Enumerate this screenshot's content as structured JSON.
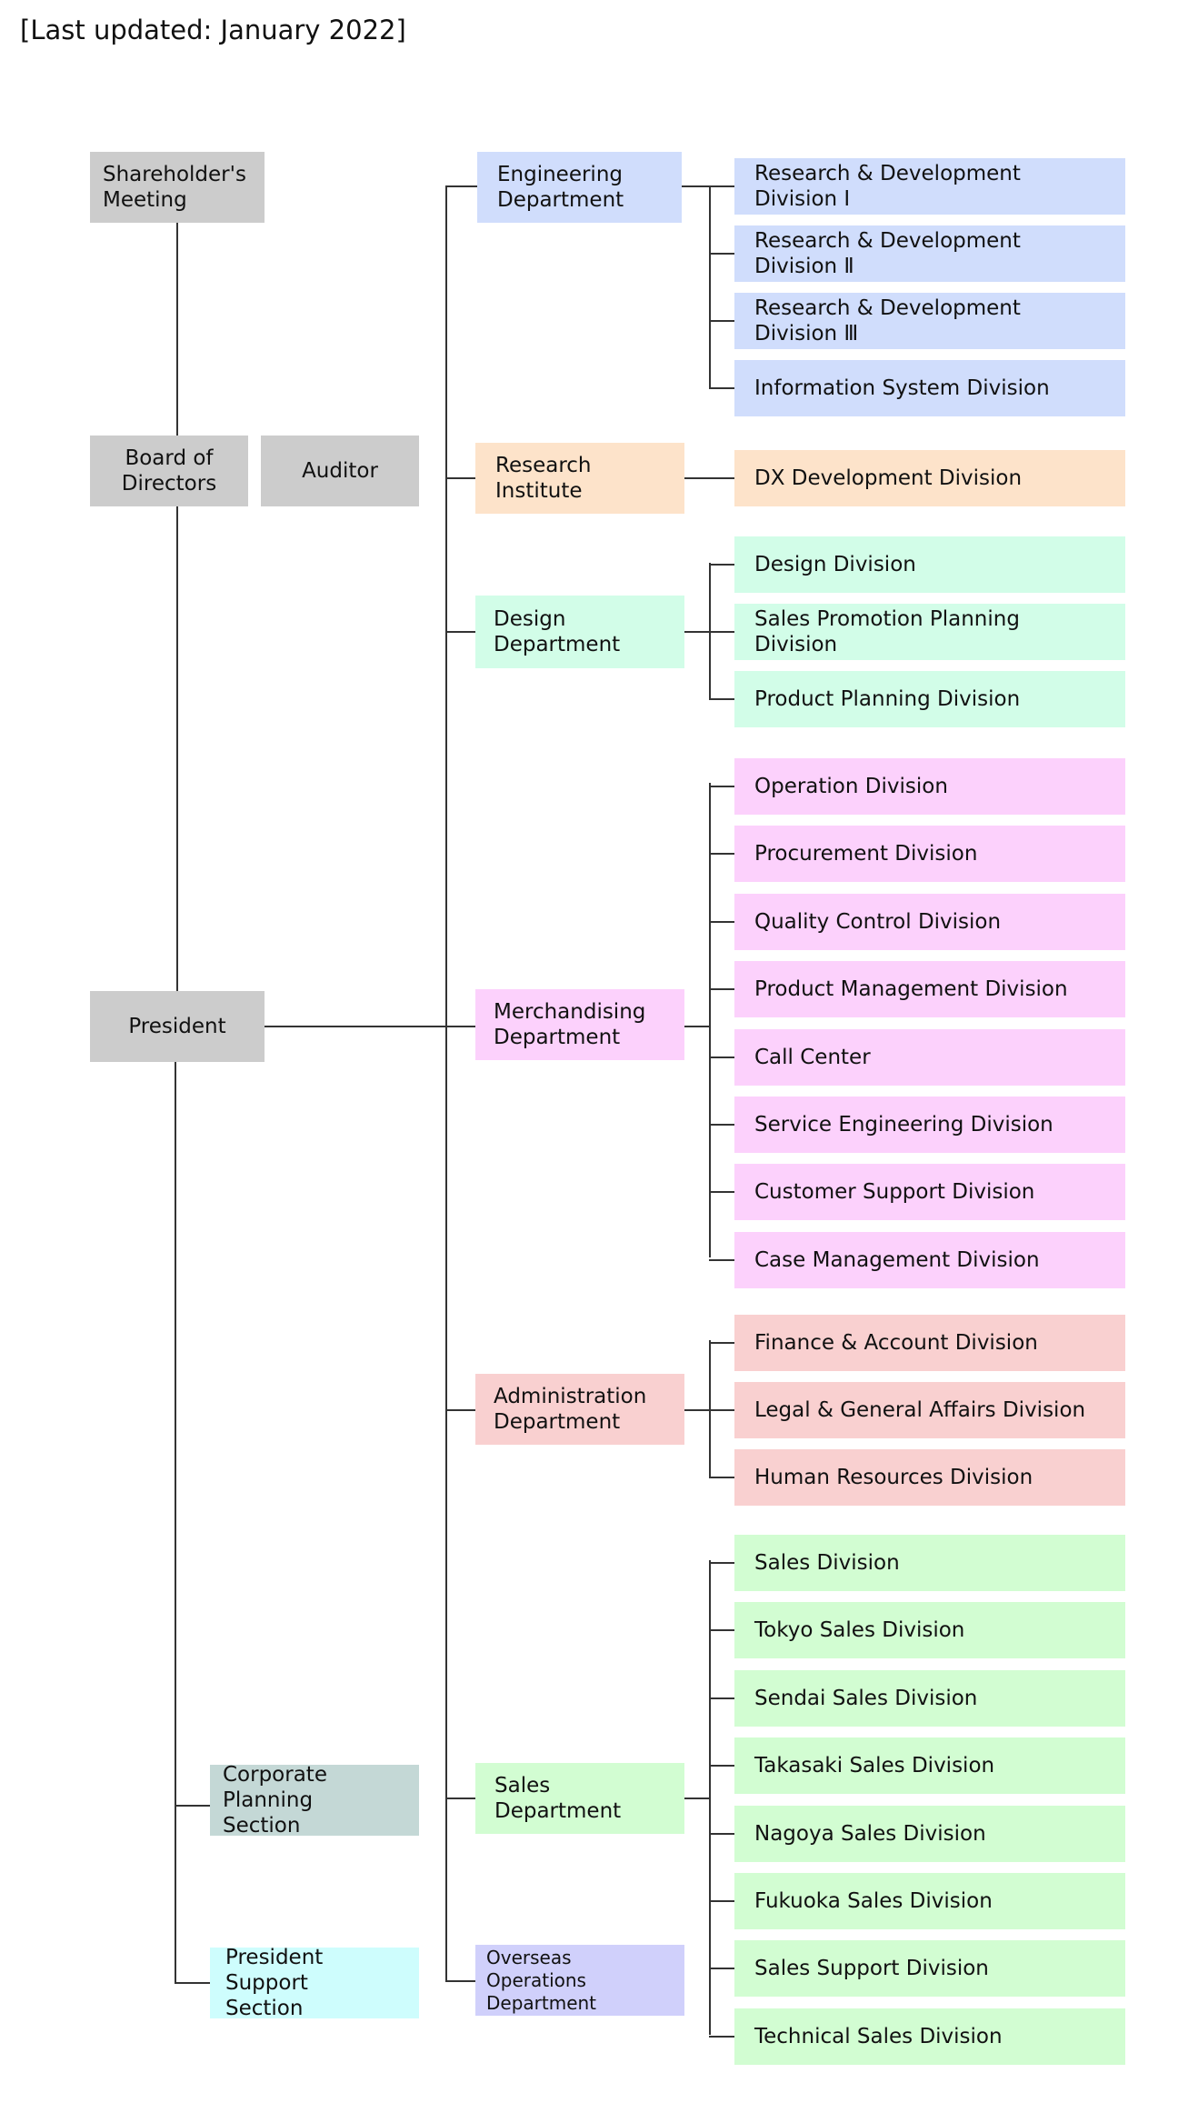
{
  "last_updated": "[Last updated: January 2022]",
  "colors": {
    "gray": "#cccccc",
    "engineering": "#d0ddfc",
    "research": "#fde3ca",
    "design": "#d2fde8",
    "merchandising": "#fcd1fc",
    "administration": "#f9d0d0",
    "sales": "#d2fdd2",
    "overseas": "#d0d0fb",
    "corporate_planning": "#c4d8d6",
    "president_support": "#cefdfd",
    "line": "#333333"
  },
  "governance": {
    "shareholders": "Shareholder's\nMeeting",
    "board": "Board of\nDirectors",
    "auditor": "Auditor",
    "president": "President",
    "corporate_planning": "Corporate Planning\nSection",
    "president_support": "President Support\nSection"
  },
  "departments": {
    "engineering": {
      "name": "Engineering\nDepartment",
      "divisions": [
        "Research & Development Division Ⅰ",
        "Research & Development Division Ⅱ",
        "Research & Development Division Ⅲ",
        "Information System Division"
      ]
    },
    "research": {
      "name": "Research\nInstitute",
      "divisions": [
        "DX Development Division"
      ]
    },
    "design": {
      "name": "Design\nDepartment",
      "divisions": [
        "Design Division",
        "Sales Promotion Planning Division",
        "Product Planning Division"
      ]
    },
    "merchandising": {
      "name": "Merchandising\nDepartment",
      "divisions": [
        "Operation Division",
        "Procurement Division",
        "Quality Control Division",
        "Product Management Division",
        "Call Center",
        "Service Engineering Division",
        "Customer Support Division",
        "Case Management Division"
      ]
    },
    "administration": {
      "name": "Administration\nDepartment",
      "divisions": [
        "Finance & Account Division",
        "Legal & General Affairs Division",
        "Human Resources Division"
      ]
    },
    "sales": {
      "name": "Sales Department",
      "divisions": [
        "Sales Division",
        "Tokyo Sales Division",
        "Sendai Sales Division",
        "Takasaki Sales Division",
        "Nagoya Sales Division",
        "Fukuoka Sales Division",
        "Sales Support Division",
        "Technical Sales Division"
      ]
    },
    "overseas": {
      "name": "Overseas Operations\nDepartment",
      "divisions": []
    }
  }
}
